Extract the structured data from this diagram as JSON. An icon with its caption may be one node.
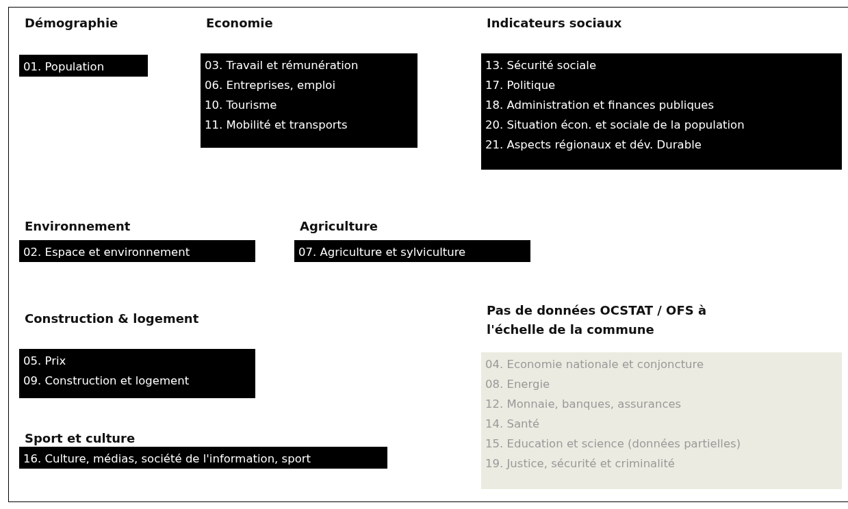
{
  "diagram": {
    "nodes": [
      {
        "text": [
          "Démographie",
          "01. Population"
        ]
      },
      {
        "text": [
          "Economie",
          "03. Travail et rémunération",
          "06. Entreprises, emploi",
          "10. Tourisme",
          "11. Mobilité et transports"
        ]
      },
      {
        "text": [
          "Indicateurs sociaux",
          "13. Sécurité sociale",
          "17. Politique",
          "18. Administration et finances publiques",
          "20. Situation écon. et sociale de la population",
          "21. Aspects régionaux et dév. Durable"
        ]
      },
      {
        "text": [
          "Environnement",
          "02. Espace et environnement"
        ]
      },
      {
        "text": [
          "Agriculture",
          "07. Agriculture et sylviculture"
        ]
      },
      {
        "text": [
          "Construction & logement",
          "05. Prix",
          "09. Construction et logement"
        ]
      },
      {
        "text": [
          "Sport et culture",
          "16. Culture, médias, société de l'information, sport"
        ]
      },
      {
        "text": [
          "Pas de données OCSTAT / OFS à l'échelle de la commune",
          "04. Economie nationale et conjoncture",
          "08. Energie",
          "12. Monnaie, banques, assurances",
          "14. Santé",
          "15. Education et science (données partielles)",
          "19. Justice, sécurité et criminalité"
        ]
      }
    ]
  }
}
